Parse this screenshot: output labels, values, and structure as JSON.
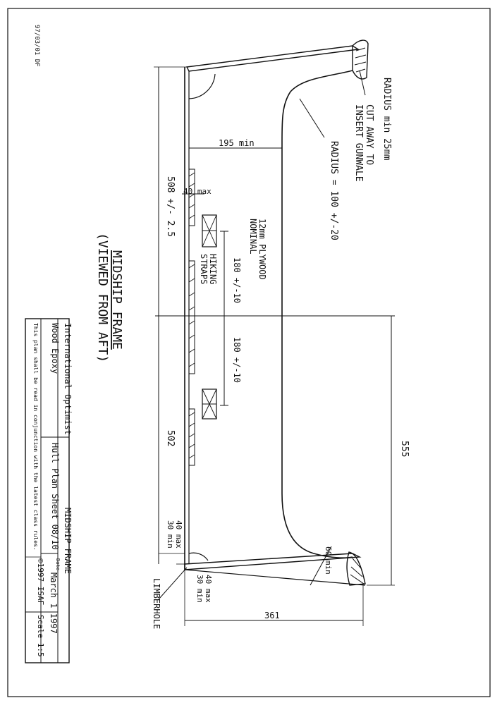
{
  "corner_note": "97/03/01 DF",
  "drawing": {
    "title": "MIDSHIP FRAME",
    "subtitle": "(VIEWED FROM AFT)",
    "radius_min": "RADIUS min 25mm",
    "cut_away": [
      "CUT AWAY TO",
      "INSERT GUNWALE"
    ],
    "radius_main": "RADIUS = 100 +/-20",
    "plywood": [
      "12mm PLYWOOD",
      "NOMINAL"
    ],
    "hiking": [
      "HIKING",
      "STRAPS"
    ],
    "dim_195": "195 min",
    "dim_508_top": "508 +/- 2.5",
    "dim_40max": "40 max",
    "dim_180_a": "180 +/-10",
    "dim_180_b": "180 +/-10",
    "dim_502": "502",
    "dim_555": "555",
    "dim_4030_left": [
      "40 max",
      "30 min"
    ],
    "dim_4030_bottom": [
      "40 max",
      "30 min"
    ],
    "dim_60min": "60 min",
    "dim_361": "361",
    "limberhole": "LIMBERHOLE"
  },
  "title_block": {
    "org": "International Optimist",
    "title": "MIDSHIP FRAME",
    "material": "Wood Epoxy",
    "sheet": "Hull Plan Sheet 08/10",
    "date_label": "Date",
    "date": "March 1 1997",
    "copyright": "©1997 ISAF",
    "scale": "Scale 1:5",
    "note": "This plan shall be read in conjunction with the latest class rules."
  }
}
